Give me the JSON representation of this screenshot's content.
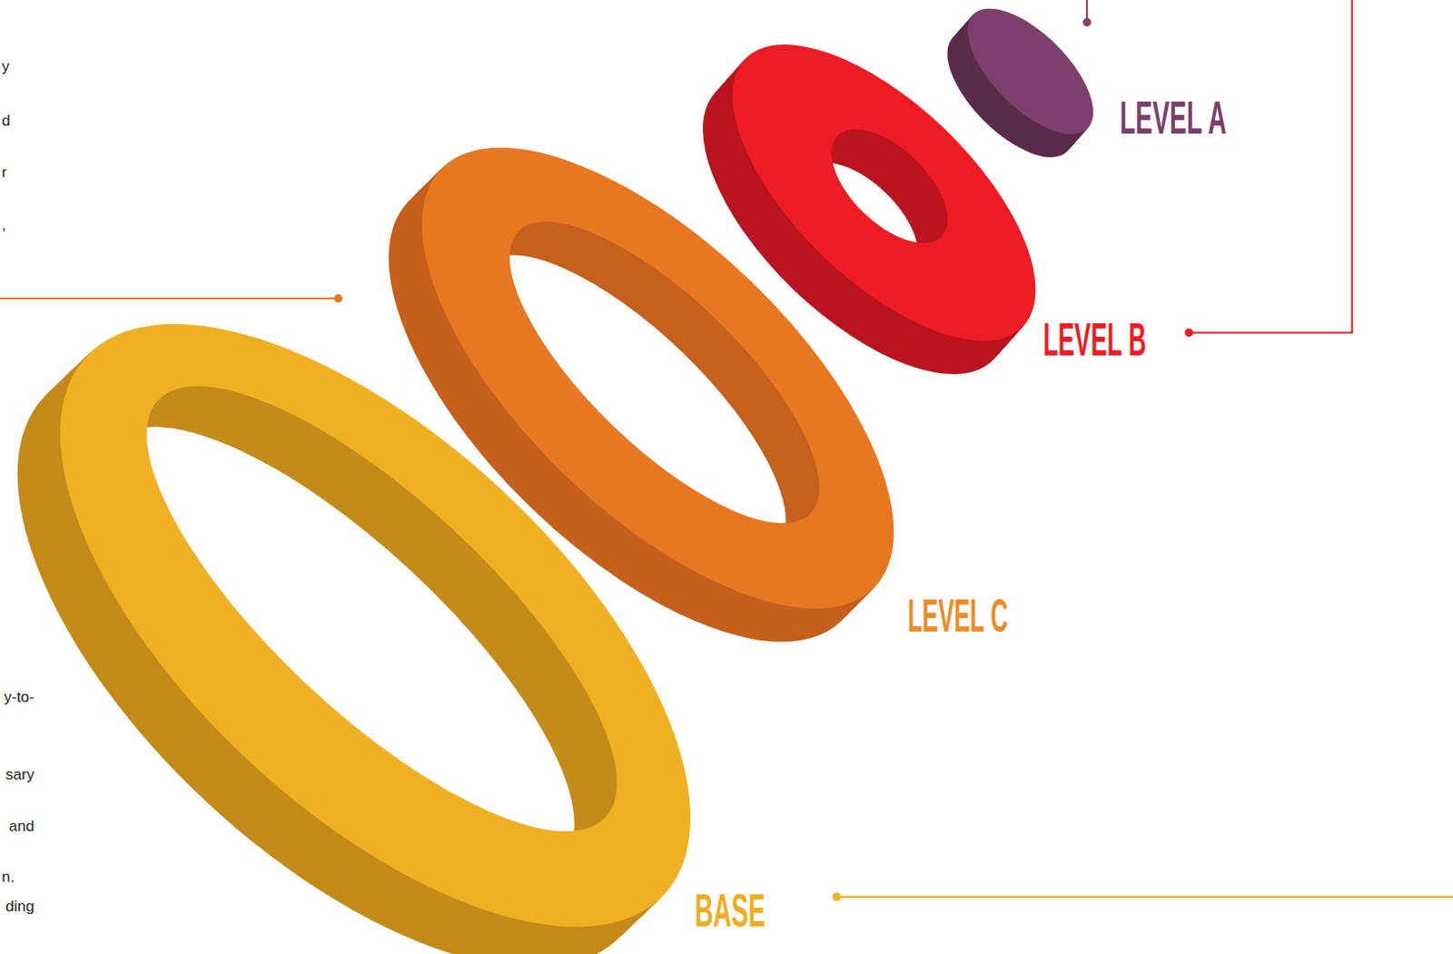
{
  "diagram": {
    "labels": [
      "y",
      "d",
      "r",
      ",",
      "LEVEL A",
      "LEVEL B",
      "LEVEL C",
      "y-to-",
      "sary",
      "and",
      "n.",
      "ding",
      "BASE"
    ]
  }
}
